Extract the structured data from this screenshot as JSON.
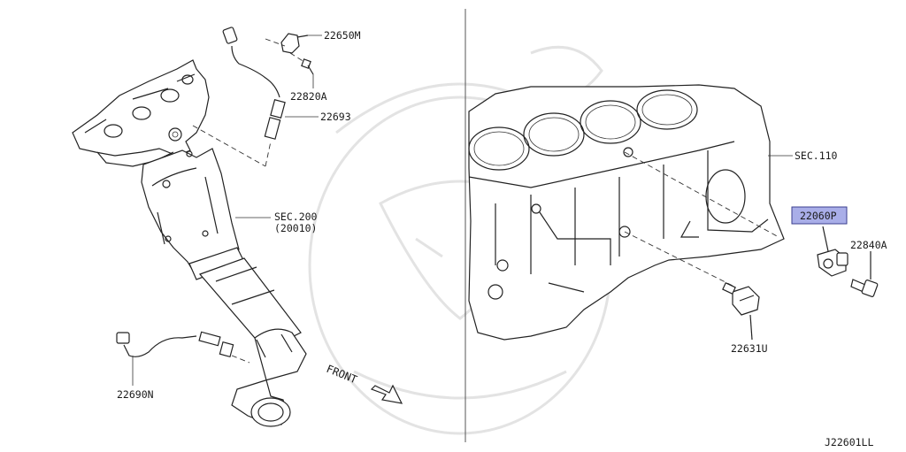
{
  "parts": {
    "p22650M": "22650M",
    "p22820A": "22820A",
    "p22693": "22693",
    "sec200_line1": "SEC.200",
    "sec200_line2": "(20010)",
    "p22690N": "22690N",
    "sec110": "SEC.110",
    "p22060P": "22060P",
    "p22840A": "22840A",
    "p22631U": "22631U"
  },
  "front_label": "FRONT",
  "diagram_code": "J22601LL",
  "colors": {
    "highlight_fill": "#a9aee8",
    "highlight_stroke": "#3b3f8f",
    "line": "#222222"
  }
}
